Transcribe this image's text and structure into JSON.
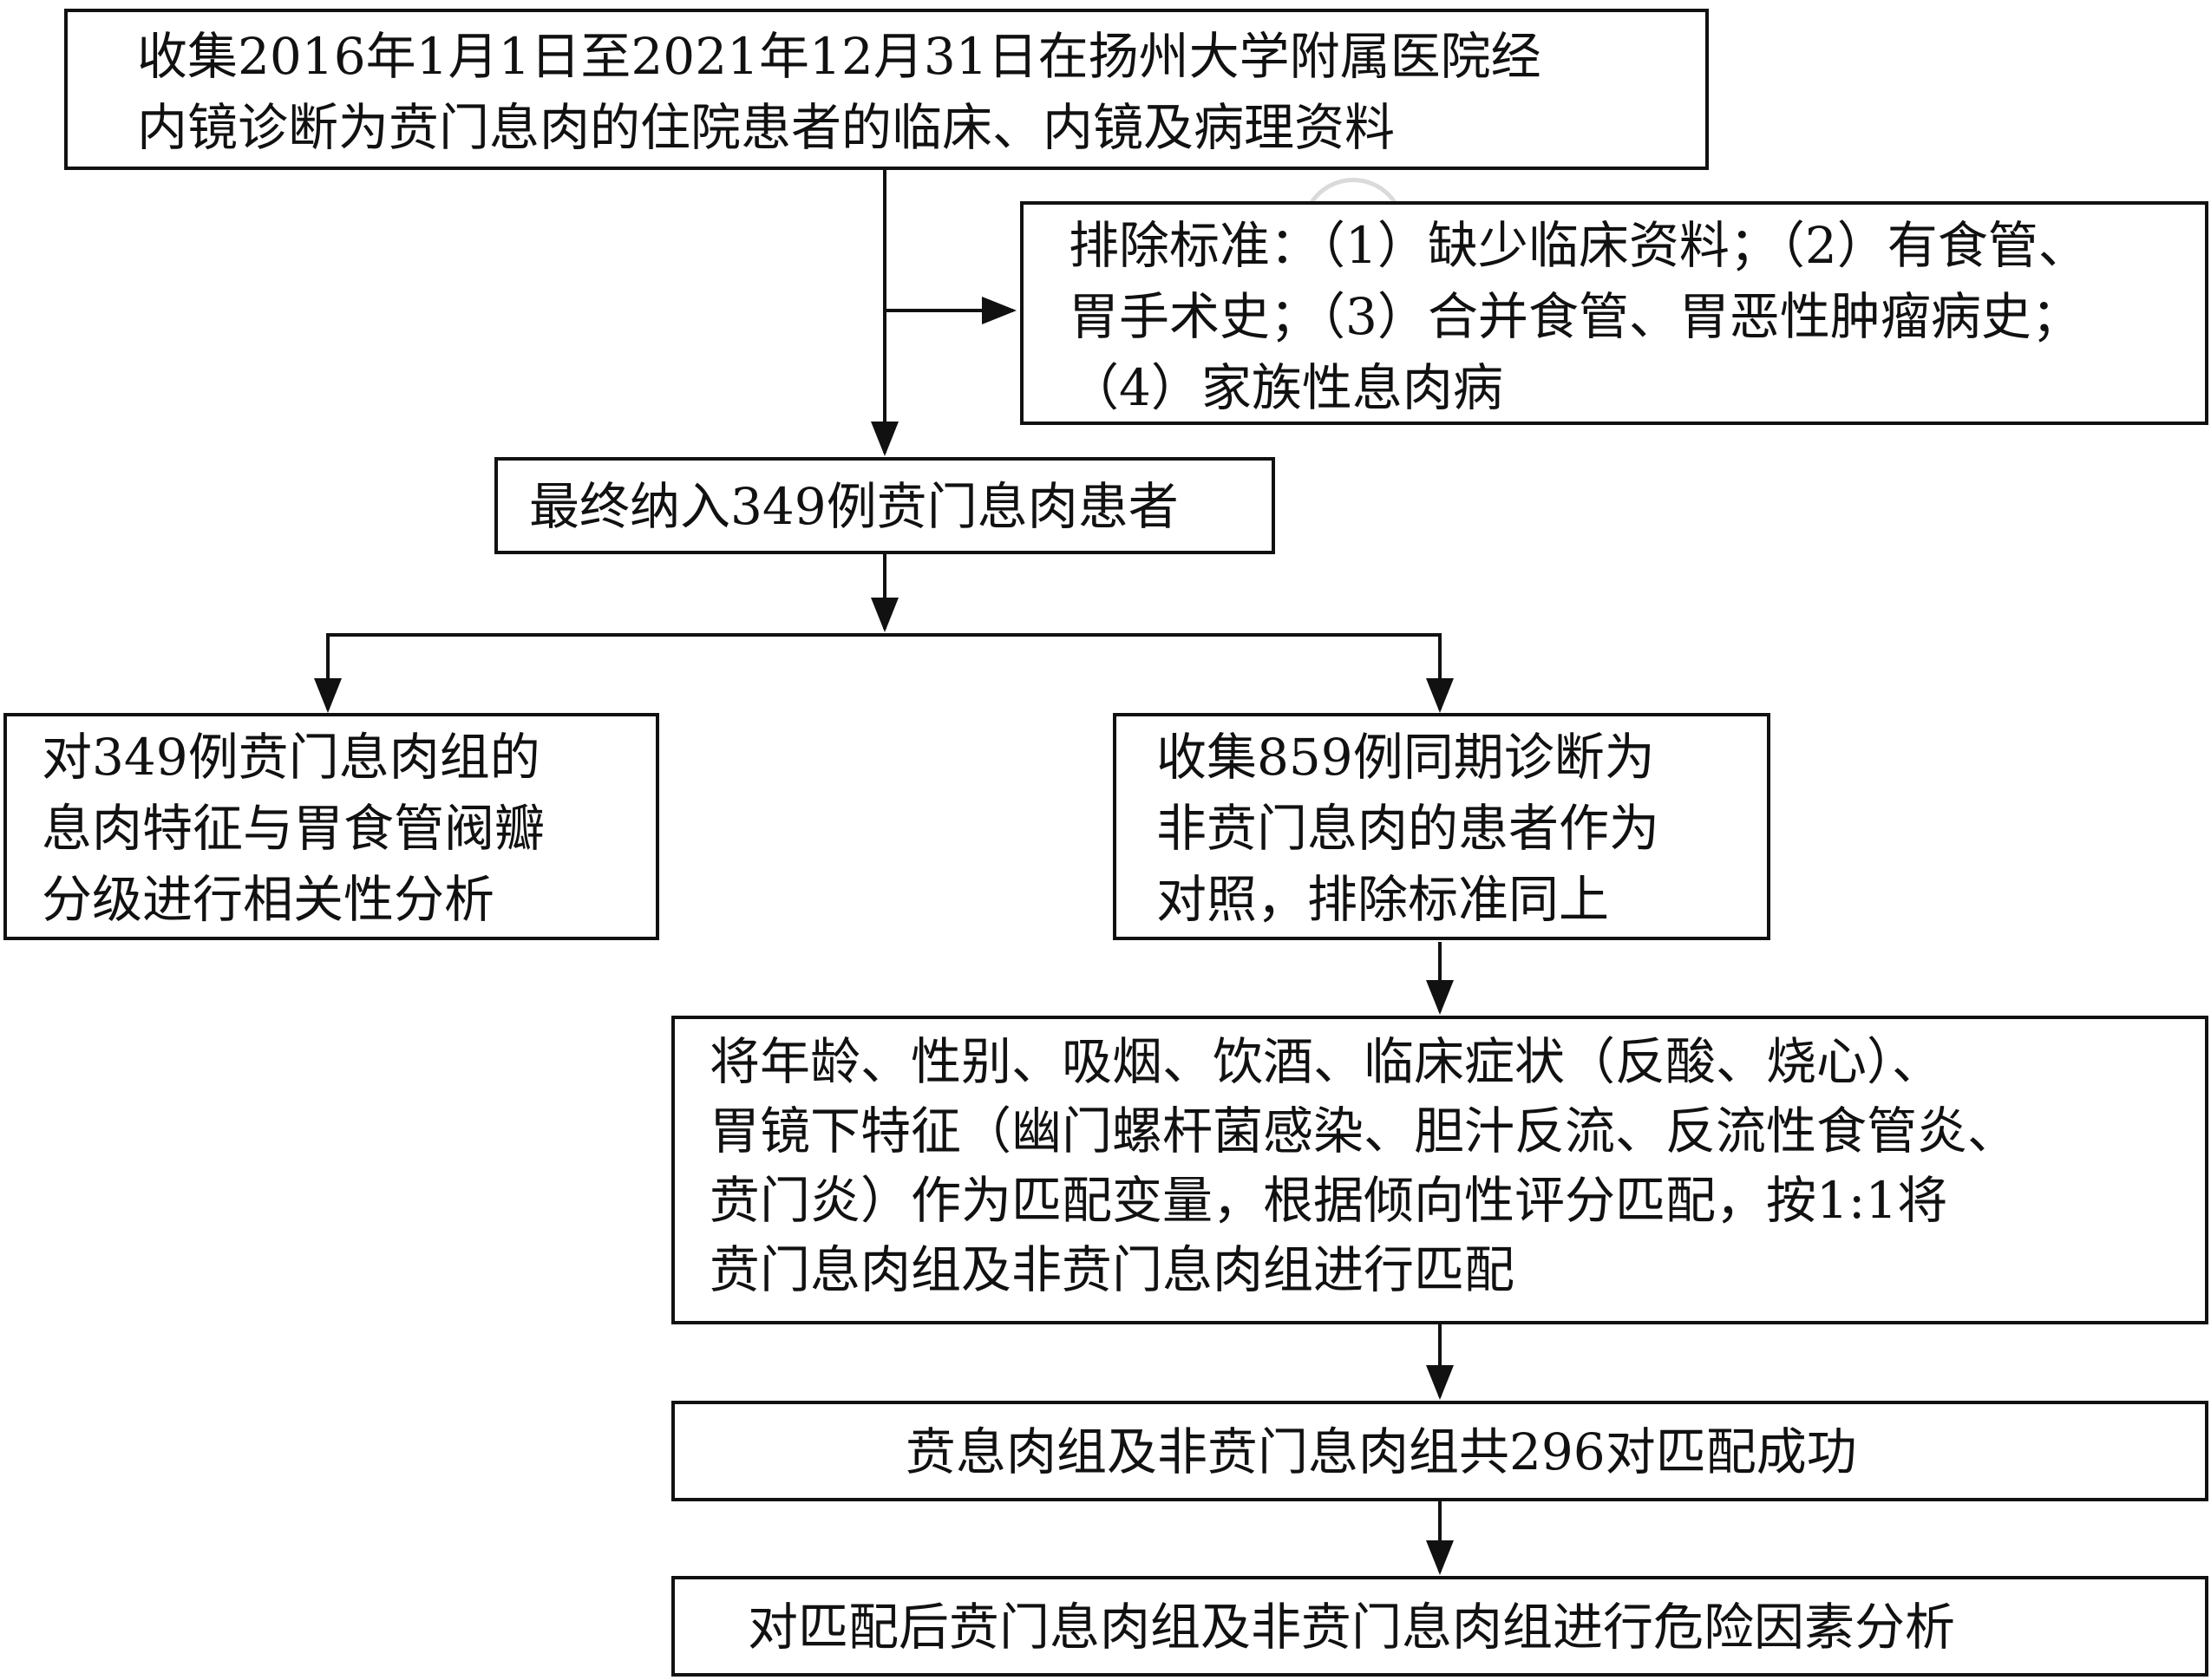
{
  "flowchart": {
    "step1": {
      "lines": [
        "收集2016年1月1日至2021年12月31日在扬州大学附属医院经",
        "内镜诊断为贲门息肉的住院患者的临床、内镜及病理资料"
      ]
    },
    "exclusion": {
      "lines": [
        "排除标准：（1）缺少临床资料；（2）有食管、",
        "胃手术史；（3）合并食管、胃恶性肿瘤病史；",
        "（4）家族性息肉病"
      ]
    },
    "step2": {
      "lines": [
        "最终纳入349例贲门息肉患者"
      ]
    },
    "left_branch": {
      "lines": [
        "对349例贲门息肉组的",
        "息肉特征与胃食管阀瓣",
        "分级进行相关性分析"
      ]
    },
    "right_branch": {
      "lines": [
        "收集859例同期诊断为",
        "非贲门息肉的患者作为",
        "对照，排除标准同上"
      ]
    },
    "matching": {
      "lines": [
        "将年龄、性别、吸烟、饮酒、临床症状（反酸、烧心）、",
        "胃镜下特征（幽门螺杆菌感染、胆汁反流、反流性食管炎、",
        "贲门炎）作为匹配变量，根据倾向性评分匹配，按1:1将",
        "贲门息肉组及非贲门息肉组进行匹配"
      ]
    },
    "matched": {
      "lines": [
        "贲息肉组及非贲门息肉组共296对匹配成功"
      ]
    },
    "analysis": {
      "lines": [
        "对匹配后贲门息肉组及非贲门息肉组进行危险因素分析"
      ]
    }
  },
  "colors": {
    "line": "#111111",
    "background": "#ffffff"
  }
}
